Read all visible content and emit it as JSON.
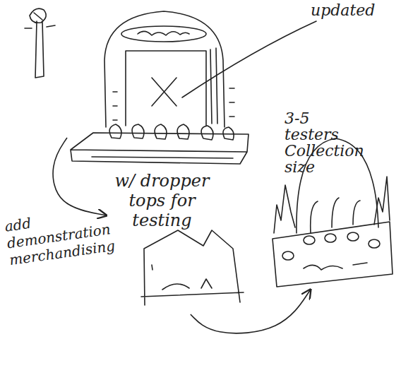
{
  "diagram": {
    "nodes": [
      {
        "text": [
          "w/ dropper tops for testing"
        ]
      },
      {
        "text": [
          "3-5 testers Collection size"
        ]
      },
      {
        "text": [
          "add demonstration merchandising"
        ]
      }
    ],
    "edges": [
      {
        "from": 0,
        "to": 2,
        "arrow": "to"
      },
      {
        "from": 2,
        "to": 1,
        "arrow": "to"
      }
    ],
    "labels": [
      "updated"
    ]
  }
}
